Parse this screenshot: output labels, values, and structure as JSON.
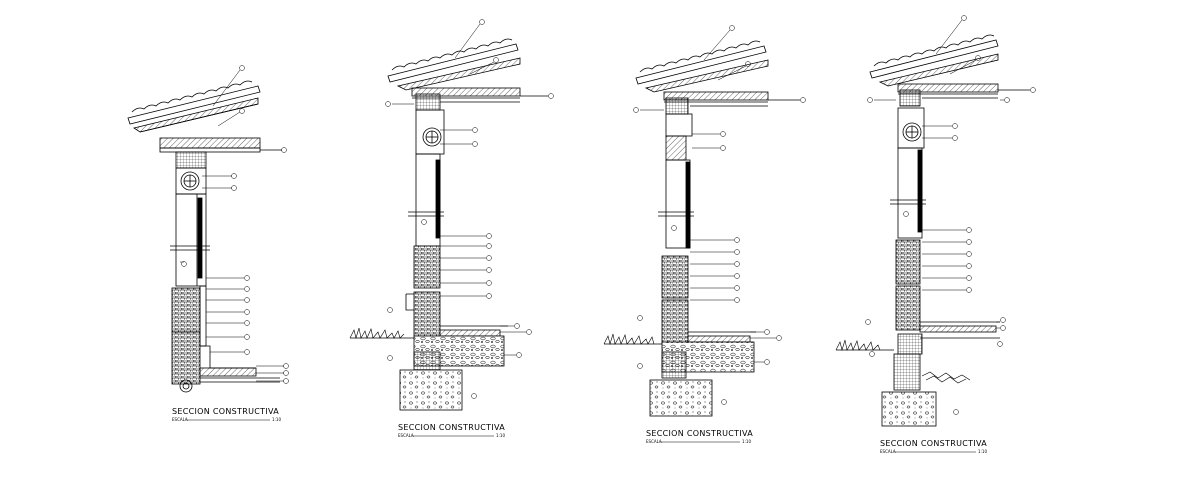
{
  "drawing": {
    "background": "#ffffff",
    "ink": "#000000",
    "sections": [
      {
        "title": "SECCION CONSTRUCTIVA",
        "scale_label": "ESCALA",
        "scale_value": "1:10"
      },
      {
        "title": "SECCION CONSTRUCTIVA",
        "scale_label": "ESCALA",
        "scale_value": "1:10"
      },
      {
        "title": "SECCION CONSTRUCTIVA",
        "scale_label": "ESCALA",
        "scale_value": "1:10"
      },
      {
        "title": "SECCION CONSTRUCTIVA",
        "scale_label": "ESCALA",
        "scale_value": "1:10"
      }
    ]
  }
}
